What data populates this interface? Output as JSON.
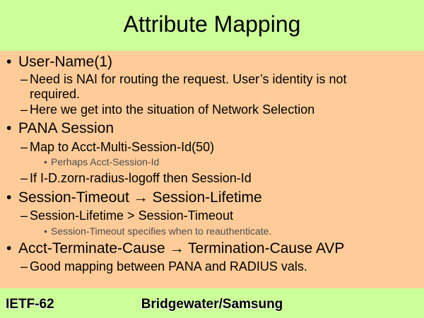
{
  "title": "Attribute Mapping",
  "colors": {
    "slide_background": "#ccff99",
    "content_background": "#ffcc99",
    "text_primary": "#000000",
    "text_level3": "#4d4d4d"
  },
  "glyphs": {
    "bullet_l1": "•",
    "dash_l2": "–",
    "bullet_l3": "•"
  },
  "content": {
    "lines": [
      {
        "level": 1,
        "text": "User-Name(1)"
      },
      {
        "level": 2,
        "text": "Need is NAI for routing the request. User’s identity is not required."
      },
      {
        "level": 2,
        "text": "Here we get into the situation of Network Selection"
      },
      {
        "level": 1,
        "text": "PANA Session"
      },
      {
        "level": 2,
        "text": "Map to Acct-Multi-Session-Id(50)"
      },
      {
        "level": 3,
        "text": "Perhaps Acct-Session-Id"
      },
      {
        "level": 2,
        "text": "If I-D.zorn-radius-logoff then Session-Id"
      },
      {
        "level": 1,
        "text": "Session-Timeout → Session-Lifetime"
      },
      {
        "level": 2,
        "text": "Session-Lifetime > Session-Timeout"
      },
      {
        "level": 3,
        "text": "Session-Timeout specifies when to reauthenticate."
      },
      {
        "level": 1,
        "text": "Acct-Terminate-Cause → Termination-Cause AVP"
      },
      {
        "level": 2,
        "text": "Good mapping between PANA and RADIUS vals."
      }
    ]
  },
  "footer": {
    "left": "IETF-62",
    "center": "Bridgewater/Samsung"
  }
}
